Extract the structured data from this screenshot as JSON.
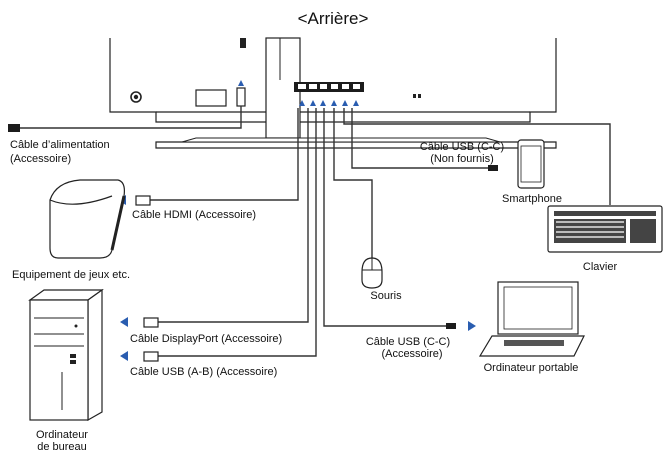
{
  "diagram": {
    "title": "<Arrière>",
    "labels": {
      "power_cable": [
        "Câble d’alimentation",
        "(Accessoire)"
      ],
      "usb_cc_top": [
        "Câble USB (C-C)",
        "(Non fournis)"
      ],
      "smartphone": "Smartphone",
      "hdmi_cable": "Câble HDMI (Accessoire)",
      "game_device": "Equipement de jeux etc.",
      "keyboard": "Clavier",
      "mouse": "Souris",
      "displayport_cable": "Câble DisplayPort (Accessoire)",
      "usb_cc_bottom": [
        "Câble USB (C-C)",
        "(Accessoire)"
      ],
      "laptop": "Ordinateur portable",
      "usb_ab_cable": "Câble USB (A-B) (Accessoire)",
      "desktop": [
        "Ordinateur",
        "de bureau"
      ]
    },
    "colors": {
      "arrow": "#2a5db0",
      "line": "#333333"
    }
  }
}
